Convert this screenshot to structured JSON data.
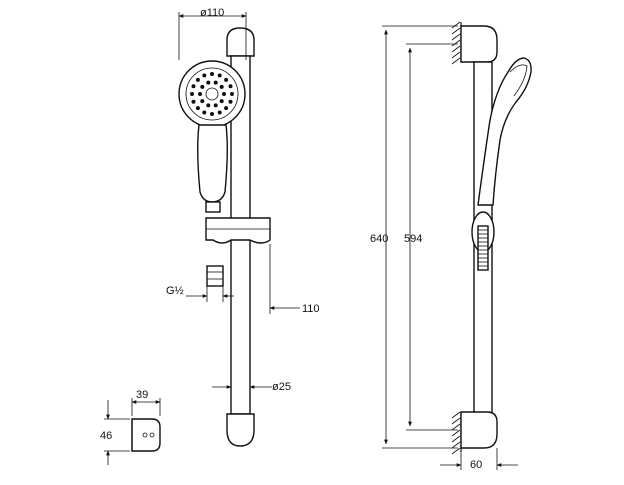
{
  "dimensions": {
    "head_diameter": "ø110",
    "thread": "G½",
    "offset": "110",
    "rail_diameter": "ø25",
    "total_height": "640",
    "centers": "594",
    "projection": "60",
    "bracket_depth": "39",
    "bracket_height": "46"
  },
  "colors": {
    "line": "#111111",
    "background": "#ffffff"
  }
}
